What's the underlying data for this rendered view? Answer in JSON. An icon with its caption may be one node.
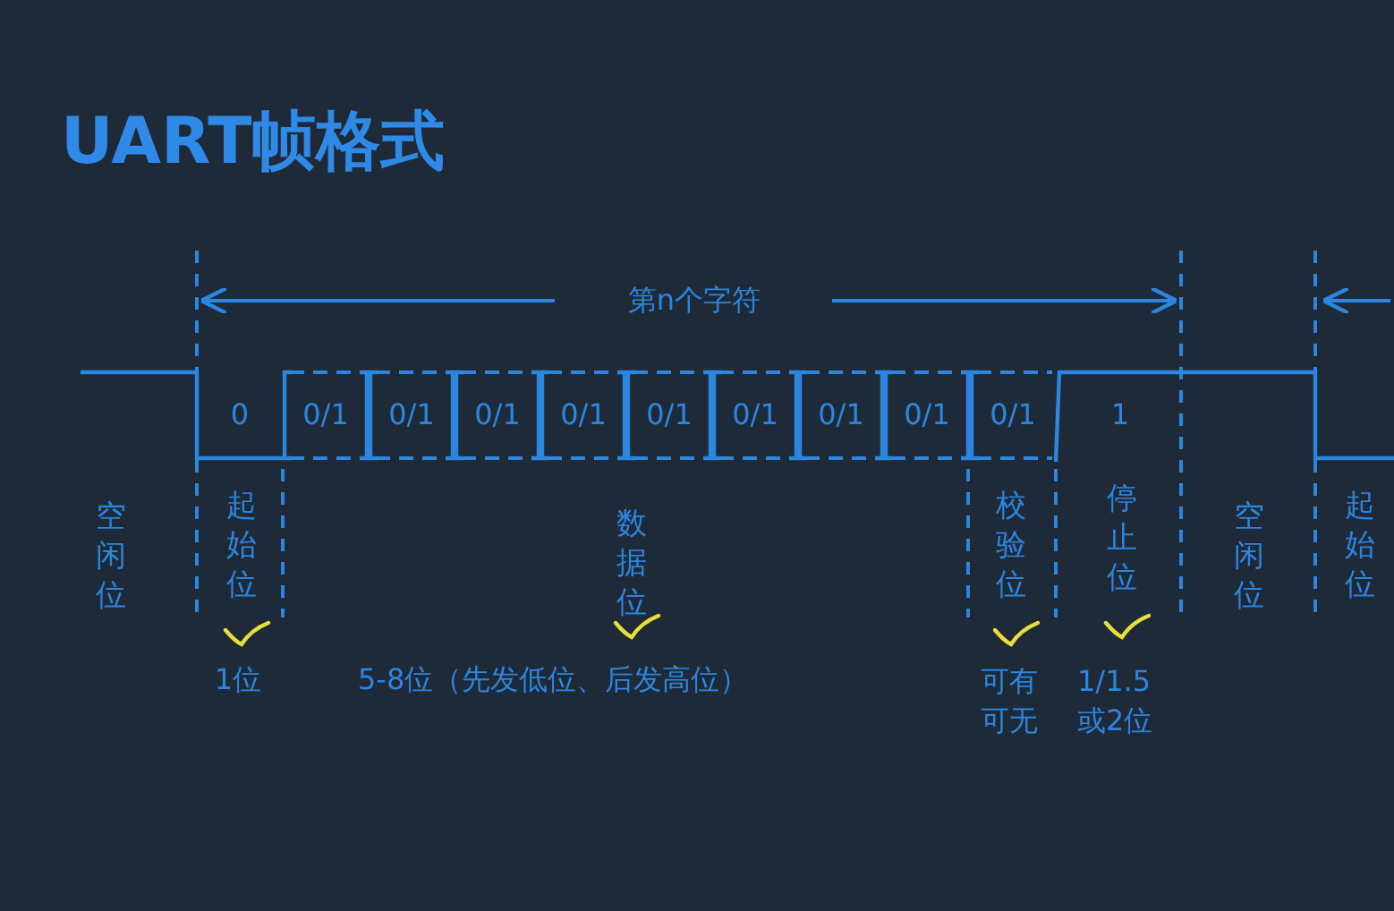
{
  "diagram": {
    "title": "UART帧格式",
    "labels": [
      "第n个字符",
      "0",
      "0/1",
      "0/1",
      "0/1",
      "0/1",
      "0/1",
      "0/1",
      "0/1",
      "0/1",
      "0/1",
      "1",
      "空闲位",
      "起始位",
      "数据位",
      "校验位",
      "停止位",
      "空闲位",
      "起始位",
      "1位",
      "5-8位（先发低位、后发高位）",
      "可有可无",
      "1/1.5或2位"
    ]
  }
}
